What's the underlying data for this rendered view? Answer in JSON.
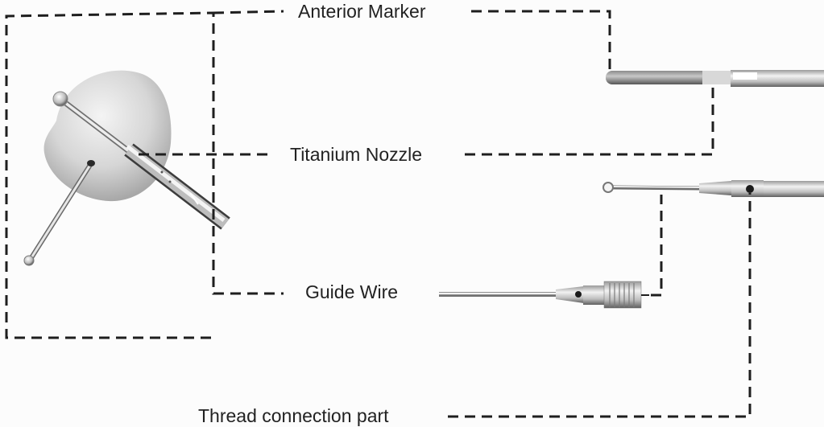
{
  "diagram": {
    "title": "Labeled device components",
    "labels": {
      "anterior_marker": "Anterior Marker",
      "titanium_nozzle": "Titanium Nozzle",
      "guide_wire": "Guide Wire",
      "thread_connection_part": "Thread connection part"
    },
    "components": [
      {
        "name": "assembled-device",
        "description": "balloon with nozzle rod and guide wire"
      },
      {
        "name": "anterior-marker-rod"
      },
      {
        "name": "guide-wire-rod"
      },
      {
        "name": "thread-connection-part"
      }
    ],
    "colors": {
      "line": "#1e1e1e",
      "metal_light": "#e8e8e8",
      "metal_dark": "#6a6a6a",
      "balloon": "#cfcfcf",
      "background": "#fcfcfc"
    }
  }
}
